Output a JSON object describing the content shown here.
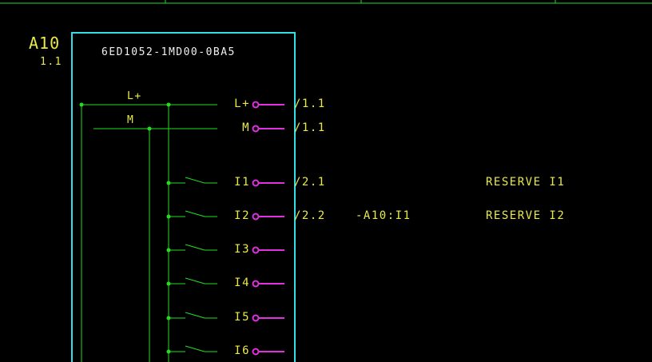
{
  "device": {
    "tag": "A10",
    "sheet_ref": "1.1",
    "part_number": "6ED1052-1MD00-0BA5"
  },
  "supply": {
    "lplus_label": "L+",
    "m_label": "M"
  },
  "terminals": [
    {
      "name": "L+",
      "ref": "/1.1",
      "xref": "",
      "comment": ""
    },
    {
      "name": "M",
      "ref": "/1.1",
      "xref": "",
      "comment": ""
    },
    {
      "name": "I1",
      "ref": "/2.1",
      "xref": "",
      "comment": "RESERVE I1"
    },
    {
      "name": "I2",
      "ref": "/2.2",
      "xref": "-A10:I1",
      "comment": "RESERVE I2"
    },
    {
      "name": "I3",
      "ref": "",
      "xref": "",
      "comment": ""
    },
    {
      "name": "I4",
      "ref": "",
      "xref": "",
      "comment": ""
    },
    {
      "name": "I5",
      "ref": "",
      "xref": "",
      "comment": ""
    },
    {
      "name": "I6",
      "ref": "",
      "xref": "",
      "comment": ""
    }
  ],
  "colors": {
    "box": "#2ee0e8",
    "wire": "#22dd22",
    "terminal": "#e030e0",
    "text_yellow": "#e9e94a",
    "text_white": "#f0f0f0"
  }
}
